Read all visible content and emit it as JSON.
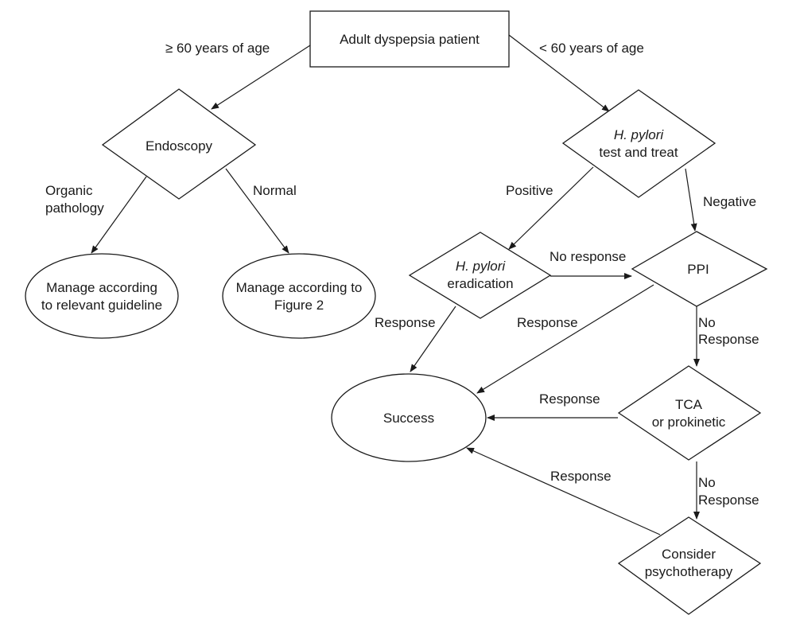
{
  "nodes": {
    "start": "Adult dyspepsia patient",
    "endoscopy": "Endoscopy",
    "hp_test_italic": "H. pylori",
    "hp_test_rest": "test and treat",
    "guideline_line1": "Manage according",
    "guideline_line2": "to relevant guideline",
    "figure2_line1": "Manage according to",
    "figure2_line2": "Figure 2",
    "hp_erad_italic": "H. pylori",
    "hp_erad_rest": "eradication",
    "ppi": "PPI",
    "success": "Success",
    "tca_line1": "TCA",
    "tca_line2": "or prokinetic",
    "psych_line1": "Consider",
    "psych_line2": "psychotherapy"
  },
  "edge_labels": {
    "age_over": "≥ 60 years of age",
    "age_under": "< 60 years of age",
    "organic_line1": "Organic",
    "organic_line2": "pathology",
    "normal": "Normal",
    "positive": "Positive",
    "negative": "Negative",
    "no_response": "No response",
    "erad_response": "Response",
    "ppi_response": "Response",
    "ppi_no_1": "No",
    "ppi_no_2": "Response",
    "tca_response": "Response",
    "tca_no_1": "No",
    "tca_no_2": "Response",
    "psych_response": "Response"
  }
}
